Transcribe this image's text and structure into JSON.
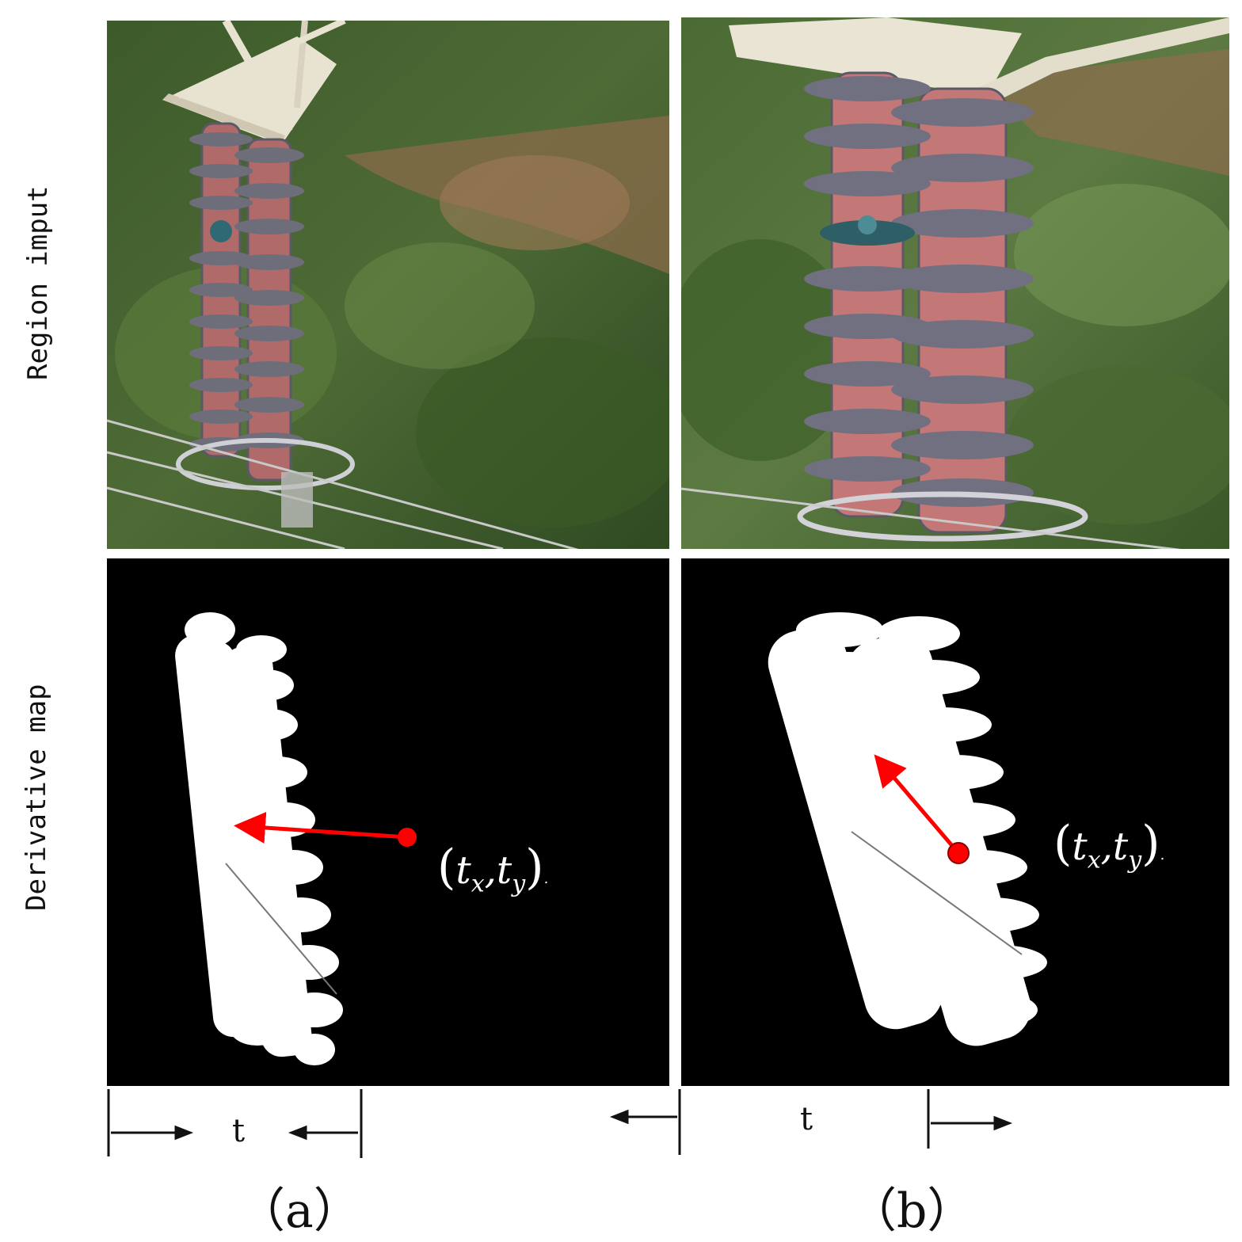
{
  "labels": {
    "row_top": "Region imput",
    "row_bottom": "Derivative map"
  },
  "panels": {
    "a": {
      "caption": "（a）",
      "formula": {
        "open": "(",
        "tx": "t",
        "tx_sub": "x",
        "sep": ",",
        "ty": "t",
        "ty_sub": "y",
        "close": ")",
        "tail": "."
      }
    },
    "b": {
      "caption": "（b）",
      "formula": {
        "open": "(",
        "tx": "t",
        "tx_sub": "x",
        "sep": ",",
        "ty": "t",
        "ty_sub": "y",
        "close": ")",
        "tail": "."
      }
    }
  },
  "dimension": {
    "t_a": "t",
    "t_b": "t"
  },
  "colors": {
    "arrow": "#ff0000",
    "mask": "#ffffff",
    "map_bg": "#000000"
  }
}
